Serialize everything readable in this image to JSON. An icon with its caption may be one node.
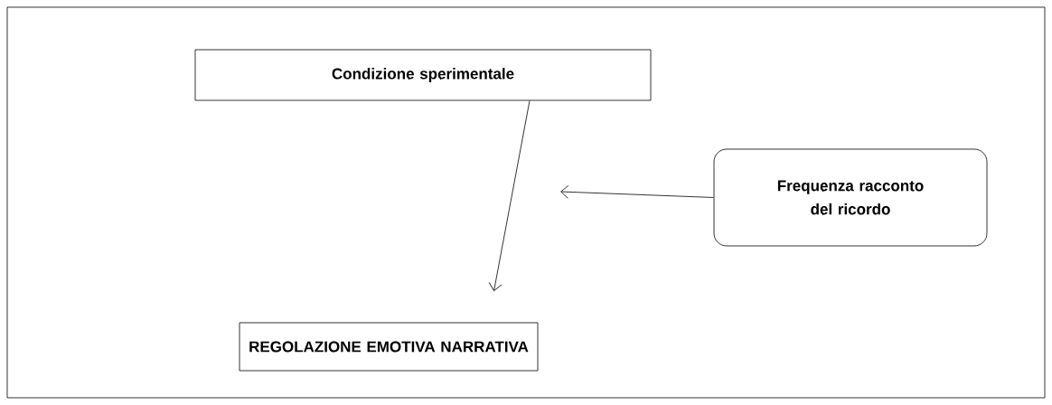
{
  "diagram": {
    "nodes": [
      {
        "text": [
          "Condizione sperimentale"
        ]
      },
      {
        "text": [
          "Frequenza racconto del ricordo"
        ]
      },
      {
        "text": [
          "REGOLAZIONE EMOTIVA NARRATIVA"
        ]
      }
    ],
    "edges": [
      {
        "from": 0,
        "to": 2,
        "arrow": "to"
      },
      {
        "from": 1,
        "to": null,
        "arrow": "to"
      }
    ]
  }
}
